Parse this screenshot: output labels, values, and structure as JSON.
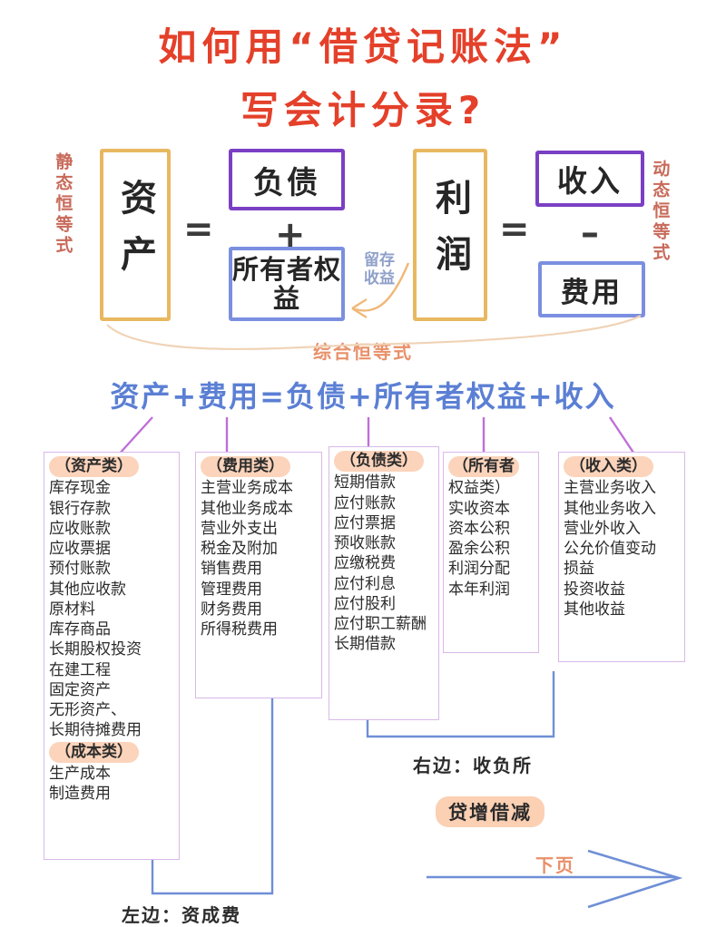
{
  "title": {
    "line1": "如何用“借贷记账法”",
    "line2": "写会计分录?"
  },
  "side_labels": {
    "static": "静态恒等式",
    "dynamic": "动态恒等式"
  },
  "equations": {
    "static": {
      "left_box": "资产",
      "equals": "=",
      "top_box": "负债",
      "plus": "+",
      "bottom_box": "所有者权益"
    },
    "dynamic": {
      "left_box": "利润",
      "equals": "=",
      "top_box": "收入",
      "minus": "–",
      "bottom_box": "费用"
    }
  },
  "annotations": {
    "retained_earnings": "留存收益",
    "combined_label": "综合恒等式"
  },
  "combined_equation": "资产+费用=负债+所有者权益+收入",
  "columns": [
    {
      "id": "asset",
      "headers": [
        "（资产类）"
      ],
      "items": [
        "库存现金",
        "银行存款",
        "应收账款",
        "应收票据",
        "预付账款",
        "其他应收款",
        "原材料",
        "库存商品",
        "长期股权投资",
        "在建工程",
        "固定资产",
        "无形资产、",
        "长期待摊费用"
      ],
      "header2": "（成本类）",
      "items2": [
        "生产成本",
        "制造费用"
      ]
    },
    {
      "id": "expense",
      "headers": [
        "（费用类）"
      ],
      "items": [
        "主营业务成本",
        "其他业务成本",
        "营业外支出",
        "税金及附加",
        "销售费用",
        "管理费用",
        "财务费用",
        "所得税费用"
      ]
    },
    {
      "id": "liability",
      "headers": [
        "（负债类）"
      ],
      "items": [
        "短期借款",
        "应付账款",
        "应付票据",
        "预收账款",
        "应缴税费",
        "应付利息",
        "应付股利",
        "应付职工薪酬",
        "长期借款"
      ]
    },
    {
      "id": "equity",
      "headers": [
        "（所有者",
        "权益类）"
      ],
      "items": [
        "实收资本",
        "资本公积",
        "盈余公积",
        "利润分配",
        "本年利润"
      ]
    },
    {
      "id": "revenue",
      "headers": [
        "（收入类）"
      ],
      "items": [
        "主营业务收入",
        "其他业务收入",
        "营业外收入",
        "公允价值变动",
        "损益",
        "投资收益",
        "其他收益"
      ]
    }
  ],
  "bottom_notes": {
    "right_rule": "右边：收负所",
    "right_highlight": "贷增借减",
    "left_rule": "左边：资成费",
    "next_page": "下页"
  },
  "colors": {
    "title_red": "#e4402a",
    "gold": "#e8b860",
    "purple": "#7b3fc4",
    "blue": "#7b8fe0",
    "equation_blue": "#5b7fd4",
    "connector_purple": "#c06fd8",
    "highlight_peach": "#fbd4bb",
    "side_label_red": "#c86a5a",
    "annotation_orange": "#e8906a",
    "column_border": "#d9b8e8"
  }
}
